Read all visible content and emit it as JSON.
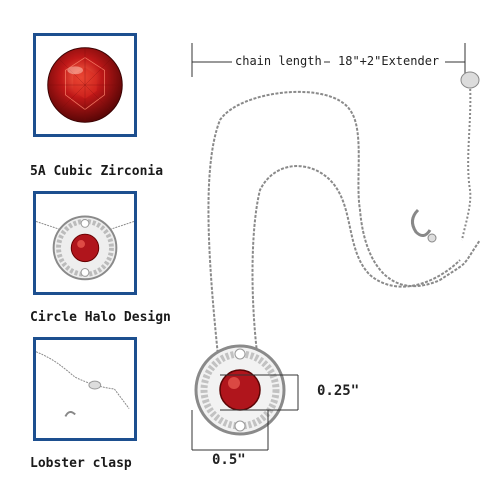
{
  "features": [
    {
      "caption": "5A Cubic Zirconia",
      "icon": "round-gem-closeup"
    },
    {
      "caption": "Circle Halo Design",
      "icon": "halo-pendant-closeup"
    },
    {
      "caption": "Lobster clasp",
      "icon": "lobster-clasp-closeup"
    }
  ],
  "dimensions": {
    "chain_length_label": "chain length",
    "chain_length_value": "18\"+2\"Extender",
    "pendant_height": "0.25\"",
    "pendant_width": "0.5\""
  },
  "colors": {
    "frame_border": "#1d4f8f",
    "gem_red": "#b0151c",
    "silver": "#9a9a9a"
  }
}
